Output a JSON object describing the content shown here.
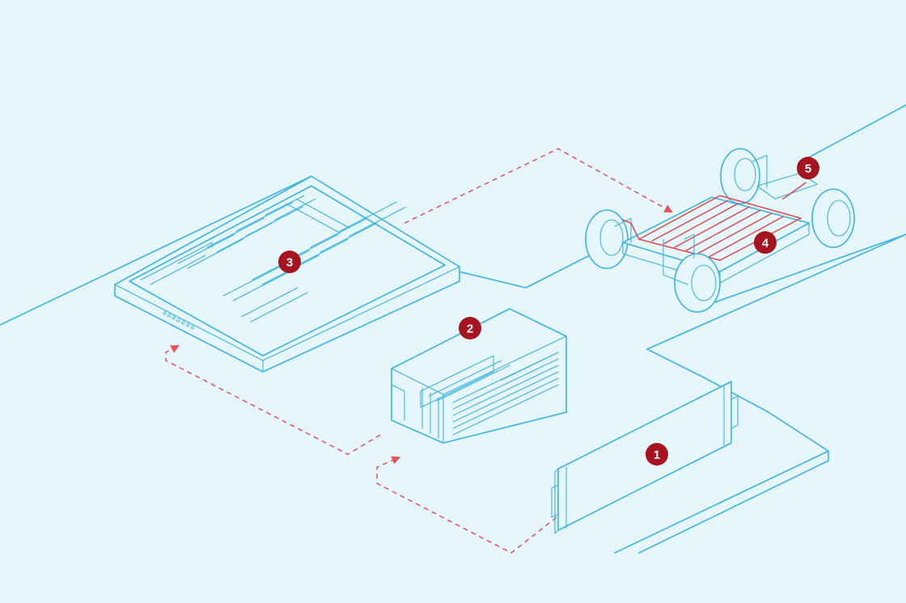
{
  "diagram": {
    "colors": {
      "background": "#e6f6fd",
      "line": "#3bb4e4",
      "highlight": "#e2464e",
      "badge": "#a5141f",
      "badge_text": "#ffffff"
    },
    "components": [
      {
        "id": "cell",
        "badge": "1",
        "icon": "battery-cell-icon"
      },
      {
        "id": "module",
        "badge": "2",
        "icon": "battery-module-icon"
      },
      {
        "id": "pack",
        "badge": "3",
        "icon": "battery-pack-icon",
        "marking": "aaaaaaa"
      },
      {
        "id": "vehicle-battery",
        "badge": "4",
        "icon": "vehicle-chassis-icon"
      },
      {
        "id": "vehicle-electronics",
        "badge": "5",
        "icon": "vehicle-chassis-icon"
      }
    ],
    "flow_arrows": [
      {
        "from": "1",
        "to": "2"
      },
      {
        "from": "2",
        "to": "3"
      },
      {
        "from": "3",
        "to": "4"
      }
    ]
  }
}
